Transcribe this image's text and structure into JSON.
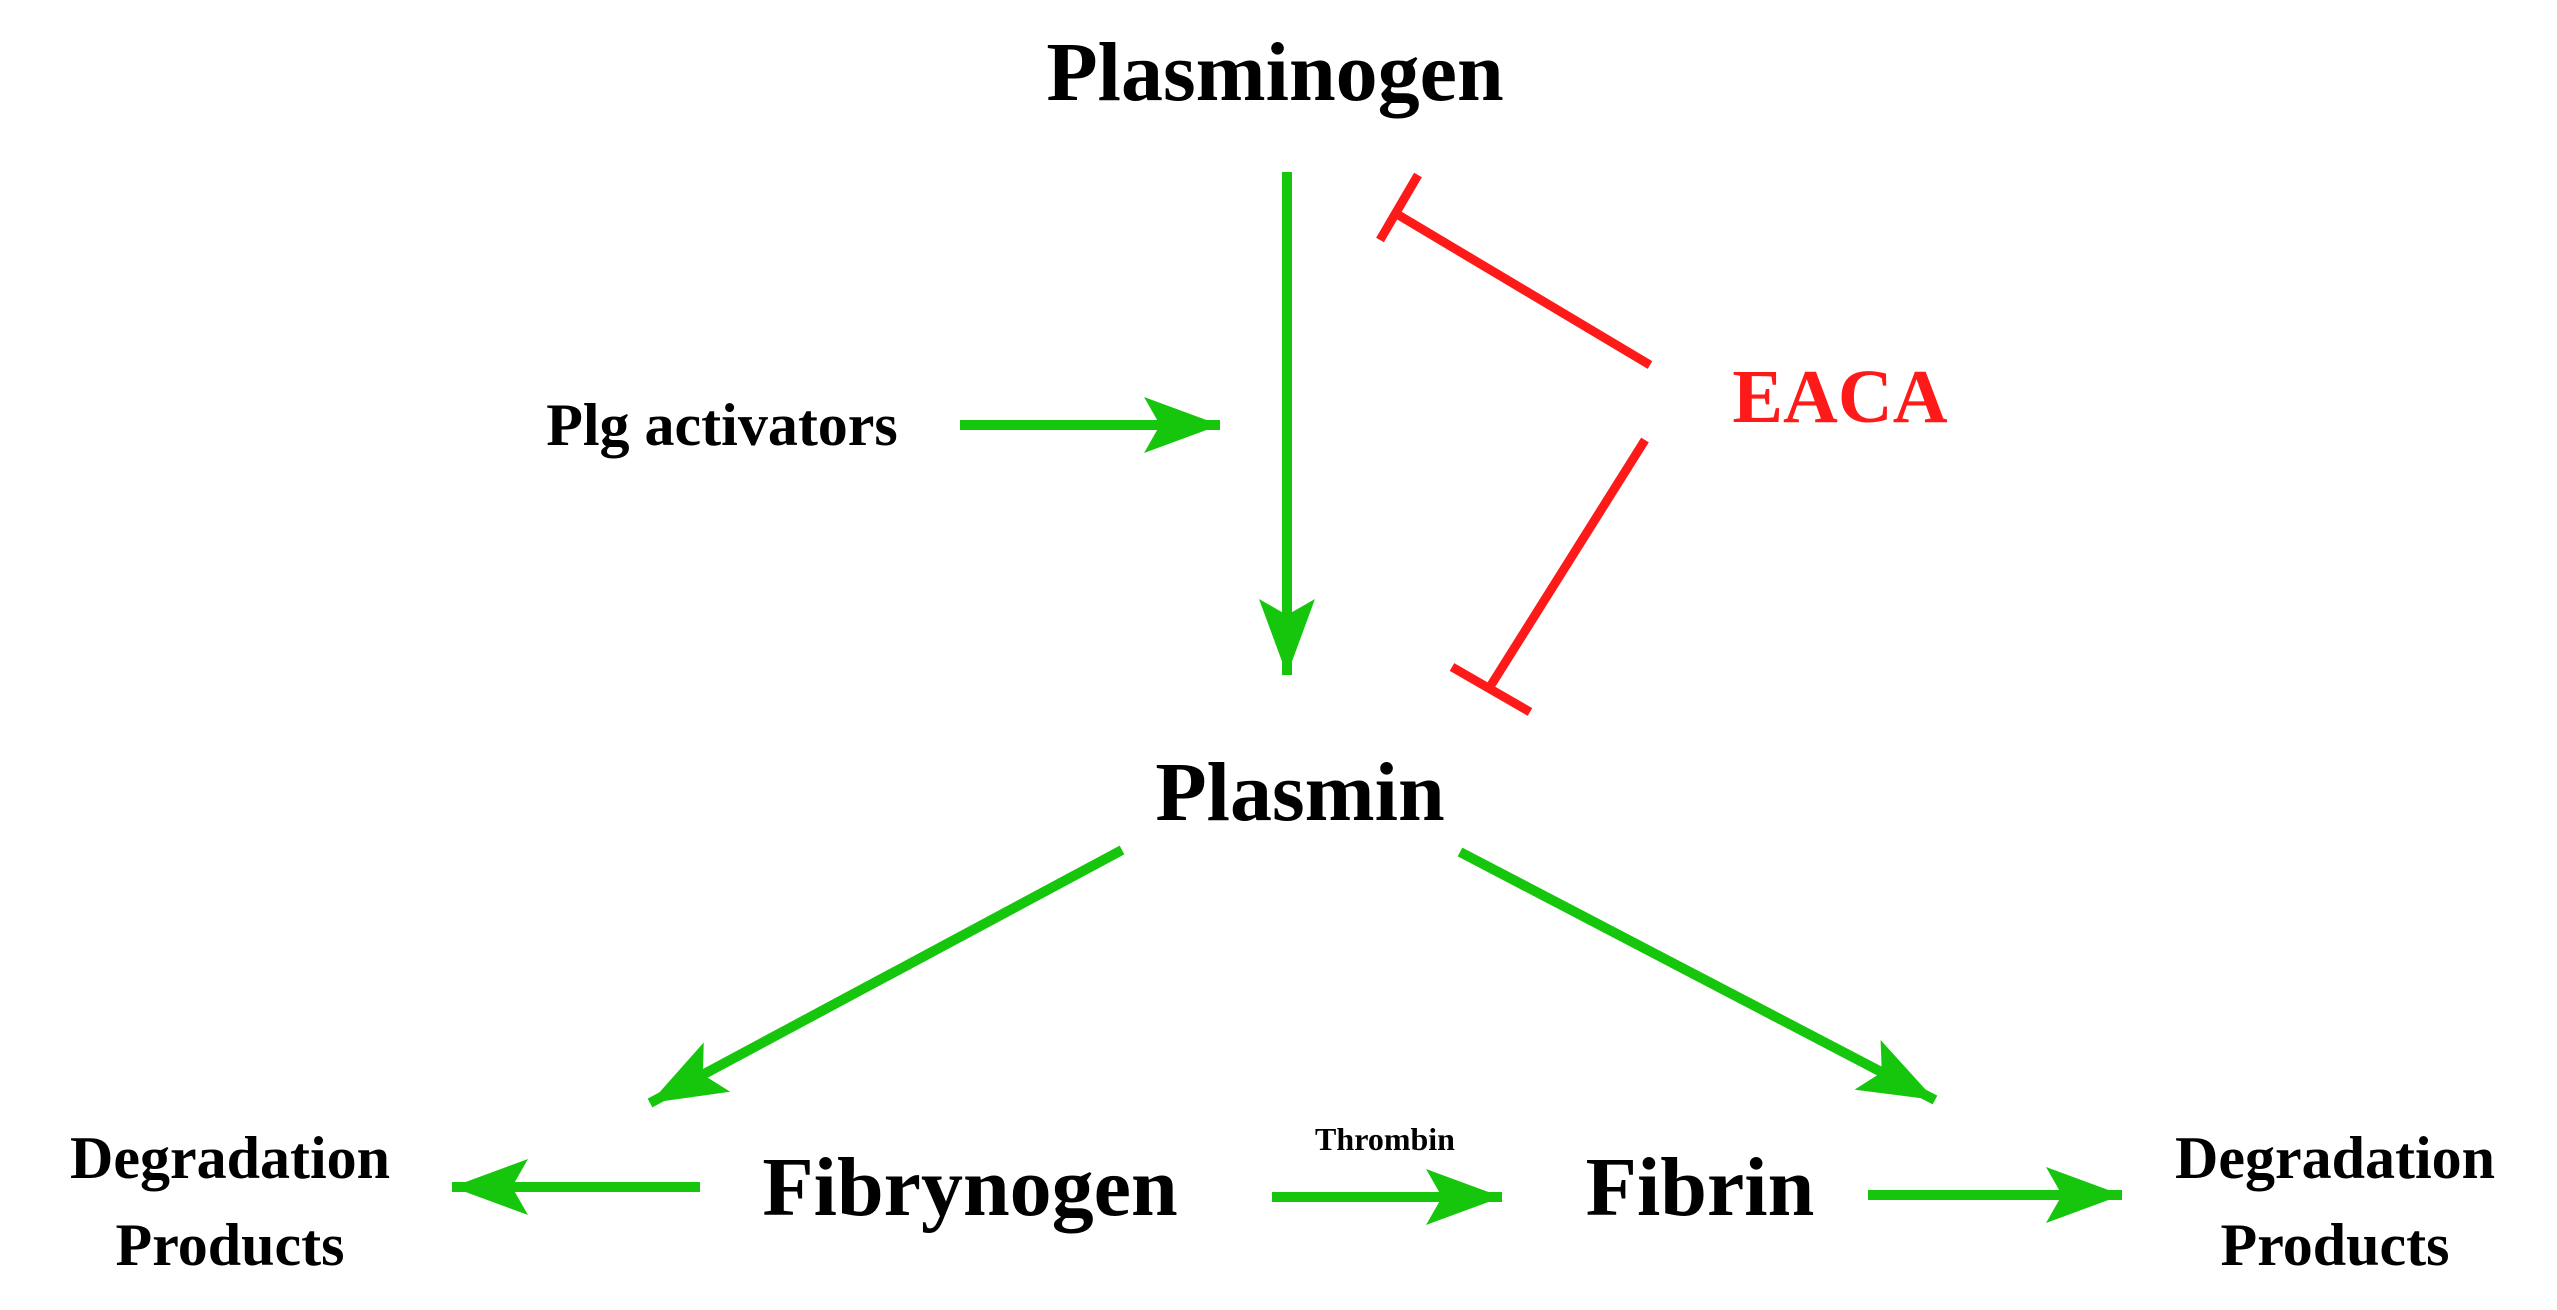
{
  "colors": {
    "activation": "#16c60c",
    "inhibition": "#ff1a1a",
    "text": "#000000"
  },
  "nodes": {
    "plasminogen": "Plasminogen",
    "plg_activators": "Plg activators",
    "eaca": "EACA",
    "plasmin": "Plasmin",
    "degradation_left_line1": "Degradation",
    "degradation_left_line2": "Products",
    "fibrynogen": "Fibrynogen",
    "thrombin": "Thrombin",
    "fibrin": "Fibrin",
    "degradation_right_line1": "Degradation",
    "degradation_right_line2": "Products"
  }
}
